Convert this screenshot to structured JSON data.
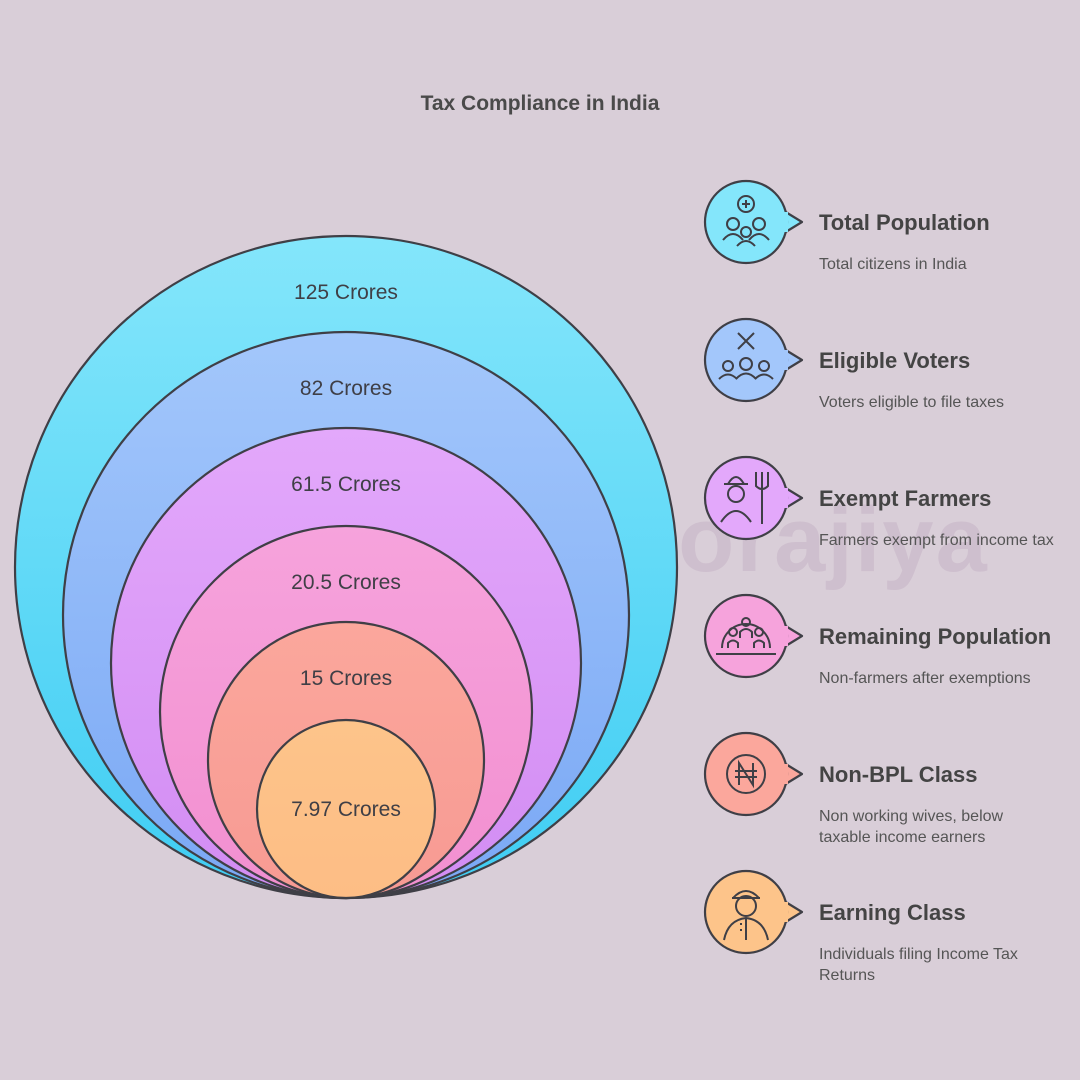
{
  "title": "Tax Compliance in India",
  "watermark": "@ca.aradhorajiya",
  "levels": [
    {
      "value_label": "125 Crores",
      "value": 125,
      "name": "Total Population",
      "description": "Total citizens in India",
      "icon": "people-group-icon",
      "color_top": "#84e6fb",
      "color_bottom": "#3fcdf3"
    },
    {
      "value_label": "82 Crores",
      "value": 82,
      "name": "Eligible Voters",
      "description": "Voters eligible to file taxes",
      "icon": "voters-icon",
      "color_top": "#a3c7fb",
      "color_bottom": "#7aa8f5"
    },
    {
      "value_label": "61.5 Crores",
      "value": 61.5,
      "name": "Exempt Farmers",
      "description": "Farmers exempt from income tax",
      "icon": "farmer-icon",
      "color_top": "#e3a8fb",
      "color_bottom": "#d28cf3"
    },
    {
      "value_label": "20.5 Crores",
      "value": 20.5,
      "name": "Remaining Population",
      "description": "Non-farmers after exemptions",
      "icon": "population-circle-icon",
      "color_top": "#f6a3dc",
      "color_bottom": "#f28fd0"
    },
    {
      "value_label": "15 Crores",
      "value": 15,
      "name": "Non-BPL Class",
      "description": "Non working wives, below taxable income earners",
      "icon": "currency-coin-icon",
      "color_top": "#fba79c",
      "color_bottom": "#f79a93"
    },
    {
      "value_label": "7.97 Crores",
      "value": 7.97,
      "name": "Earning Class",
      "description": "Individuals filing Income Tax Returns",
      "icon": "earner-person-icon",
      "color_top": "#fdc48a",
      "color_bottom": "#fdbd85"
    }
  ]
}
